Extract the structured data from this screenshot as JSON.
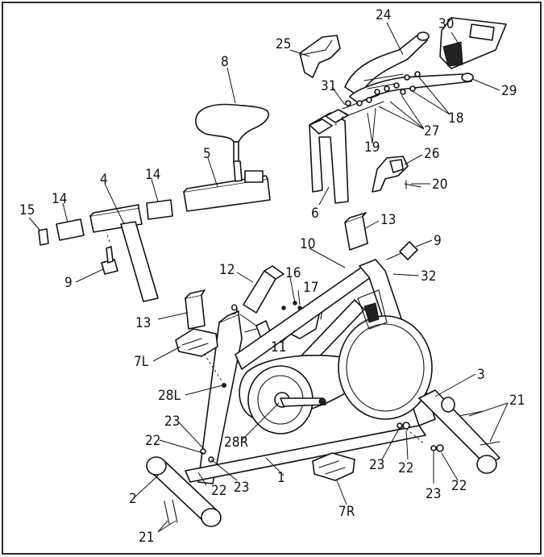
{
  "diagram": {
    "border_color": "#111111",
    "line_color": "#111111",
    "background": "#ffffff",
    "callouts": [
      {
        "id": "c24",
        "text": "24"
      },
      {
        "id": "c30",
        "text": "30"
      },
      {
        "id": "c25",
        "text": "25"
      },
      {
        "id": "c29",
        "text": "29"
      },
      {
        "id": "c8",
        "text": "8"
      },
      {
        "id": "c31",
        "text": "31"
      },
      {
        "id": "c18",
        "text": "18"
      },
      {
        "id": "c27",
        "text": "27"
      },
      {
        "id": "c19",
        "text": "19"
      },
      {
        "id": "c26",
        "text": "26"
      },
      {
        "id": "c5",
        "text": "5"
      },
      {
        "id": "c14a",
        "text": "14"
      },
      {
        "id": "c14b",
        "text": "14"
      },
      {
        "id": "c4",
        "text": "4"
      },
      {
        "id": "c15",
        "text": "15"
      },
      {
        "id": "c20",
        "text": "20"
      },
      {
        "id": "c6",
        "text": "6"
      },
      {
        "id": "c13a",
        "text": "13"
      },
      {
        "id": "c9a",
        "text": "9"
      },
      {
        "id": "c10",
        "text": "10"
      },
      {
        "id": "c9b",
        "text": "9"
      },
      {
        "id": "c12",
        "text": "12"
      },
      {
        "id": "c16",
        "text": "16"
      },
      {
        "id": "c32",
        "text": "32"
      },
      {
        "id": "c17",
        "text": "17"
      },
      {
        "id": "c9c",
        "text": "9"
      },
      {
        "id": "c13b",
        "text": "13"
      },
      {
        "id": "c11",
        "text": "11"
      },
      {
        "id": "c7L",
        "text": "7L"
      },
      {
        "id": "c3",
        "text": "3"
      },
      {
        "id": "c28L",
        "text": "28L"
      },
      {
        "id": "c21a",
        "text": "21"
      },
      {
        "id": "c23a",
        "text": "23"
      },
      {
        "id": "c28R",
        "text": "28R"
      },
      {
        "id": "c22a",
        "text": "22"
      },
      {
        "id": "c23b",
        "text": "23"
      },
      {
        "id": "c22b",
        "text": "22"
      },
      {
        "id": "c1",
        "text": "1"
      },
      {
        "id": "c2",
        "text": "2"
      },
      {
        "id": "c22c",
        "text": "22"
      },
      {
        "id": "c23c",
        "text": "23"
      },
      {
        "id": "c23d",
        "text": "23"
      },
      {
        "id": "c22d",
        "text": "22"
      },
      {
        "id": "c7R",
        "text": "7R"
      },
      {
        "id": "c21b",
        "text": "21"
      }
    ]
  }
}
